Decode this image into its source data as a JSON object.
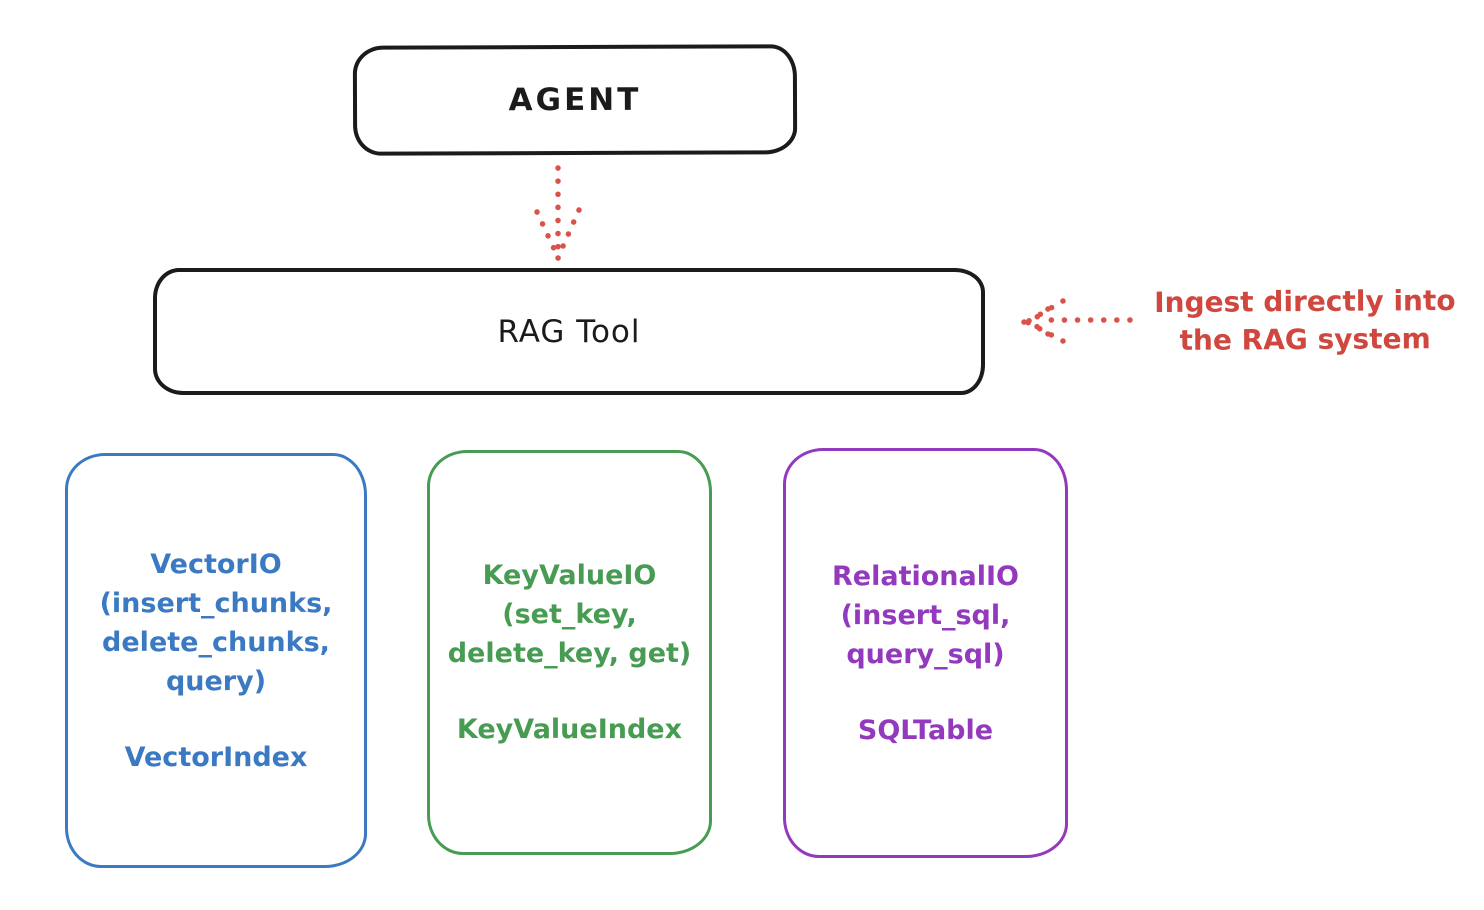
{
  "diagram": {
    "title_hint": "RAG Tool architecture sketch",
    "background": "#ffffff",
    "ink_color": "#1b1b1b",
    "accent_red": "#cf473f"
  },
  "nodes": {
    "agent": {
      "label": "AGENT",
      "border_color": "#1b1b1b"
    },
    "rag_tool": {
      "label": "RAG Tool",
      "border_color": "#1b1b1b"
    },
    "vector_io": {
      "color": "#3b7ac2",
      "line1": "VectorIO",
      "line2": "(insert_chunks,",
      "line3": "delete_chunks,",
      "line4": "query)",
      "index_label": "VectorIndex"
    },
    "keyvalue_io": {
      "color": "#479b52",
      "line1": "KeyValueIO",
      "line2": "(set_key,",
      "line3": "delete_key, get)",
      "index_label": "KeyValueIndex"
    },
    "relational_io": {
      "color": "#9339bd",
      "line1": "RelationalIO",
      "line2": "(insert_sql,",
      "line3": "query_sql)",
      "index_label": "SQLTable"
    }
  },
  "annotation": {
    "color": "#cf473f",
    "line1": "Ingest directly into",
    "line2": "the RAG system"
  },
  "arrows": {
    "agent_to_rag": "dotted red arrow pointing down from AGENT to RAG Tool",
    "annotation_to_rag": "dotted red arrow pointing left from annotation to RAG Tool"
  }
}
